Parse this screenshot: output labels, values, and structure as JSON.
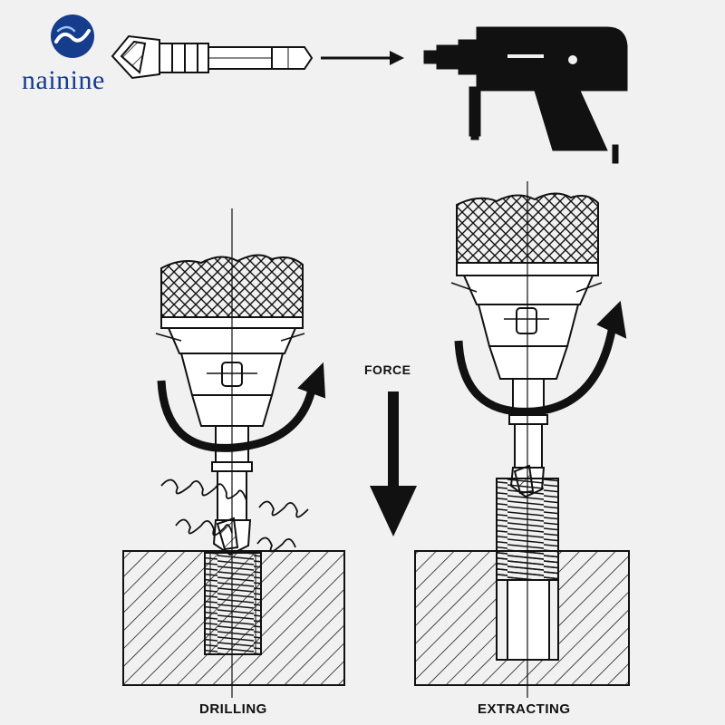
{
  "brand": {
    "name": "nainine",
    "logo_icon": "nainine-logo-icon",
    "colors": {
      "primary": "#163c8c",
      "accent": "#2f78d8"
    }
  },
  "labels": {
    "force": "FORCE",
    "drilling": "DRILLING",
    "extracting": "EXTRACTING"
  },
  "icons": {
    "bit": "extractor-bit-icon",
    "arrow": "right-arrow-icon",
    "drill": "power-drill-icon",
    "force_arrow": "down-arrow-icon"
  },
  "colors": {
    "ink": "#111111",
    "paper": "#f1f1f1"
  }
}
